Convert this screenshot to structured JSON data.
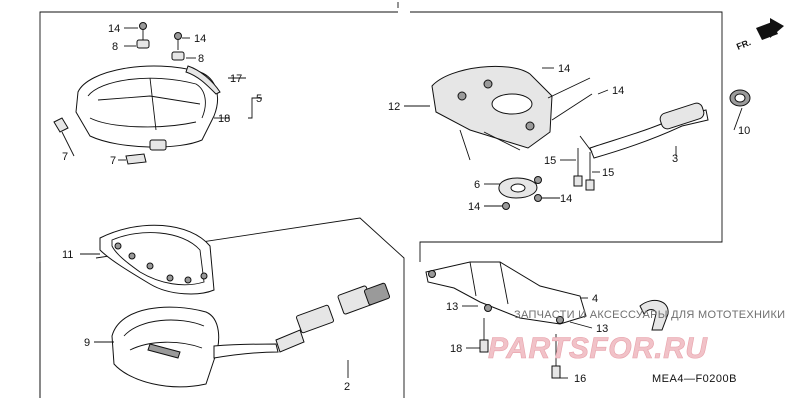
{
  "labels": {
    "l2": "2",
    "l3": "3",
    "l4": "4",
    "l5": "5",
    "l6": "6",
    "l7a": "7",
    "l7b": "7",
    "l8a": "8",
    "l8b": "8",
    "l9": "9",
    "l10": "10",
    "l11": "11",
    "l12": "12",
    "l13a": "13",
    "l13b": "13",
    "l14a": "14",
    "l14b": "14",
    "l14c": "14",
    "l14d": "14",
    "l14e": "14",
    "l14f": "14",
    "l15a": "15",
    "l15b": "15",
    "l16": "16",
    "l17": "17",
    "l18a": "18",
    "l18b": "18"
  },
  "direction_marker": "FR.",
  "ref_code": "MEA4—F0200B",
  "watermark": {
    "line": "ЗАПЧАСТИ И АКСЕССУАРЫ ДЛЯ МОТОТЕХНИКИ",
    "brand": "PARTSFOR.RU"
  },
  "colors": {
    "ink": "#111111",
    "watermark_fill": "#f1c2c8",
    "watermark_text": "#6f6f6f"
  }
}
